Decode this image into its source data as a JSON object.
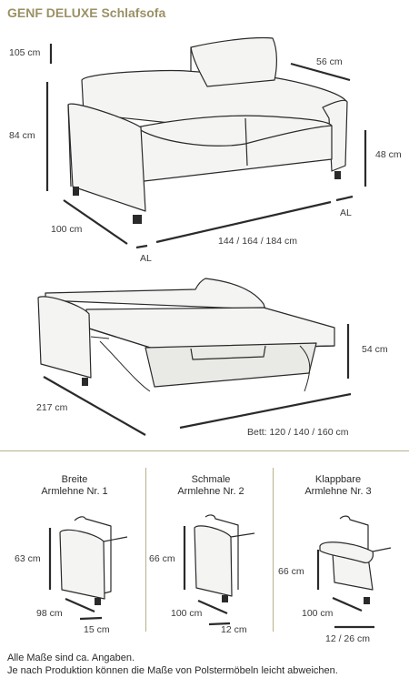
{
  "title": "GENF DELUXE Schlafsofa",
  "sofa": {
    "height_total": "105 cm",
    "height_back": "84 cm",
    "depth": "100 cm",
    "width": "144 / 164 / 184 cm",
    "seat_height": "48 cm",
    "cushion_depth": "56 cm",
    "al_left": "AL",
    "al_right": "AL"
  },
  "bed": {
    "depth": "217 cm",
    "height": "54 cm",
    "size": "Bett: 120 / 140 / 160 cm"
  },
  "armrests": [
    {
      "title": "Breite\nArmlehne Nr. 1",
      "height": "63 cm",
      "depth": "98 cm",
      "width": "15 cm"
    },
    {
      "title": "Schmale\nArmlehne Nr. 2",
      "height": "66 cm",
      "depth": "100 cm",
      "width": "12 cm"
    },
    {
      "title": "Klappbare\nArmlehne Nr. 3",
      "height": "66 cm",
      "depth": "100 cm",
      "width": "12 / 26 cm"
    }
  ],
  "footer": {
    "line1": "Alle Maße sind ca. Angaben.",
    "line2": "Je nach Produktion können die Maße von Polstermöbeln leicht abweichen."
  },
  "colors": {
    "accent": "#9b9165",
    "line": "#2a2a2a",
    "fill": "#f4f4f2"
  }
}
